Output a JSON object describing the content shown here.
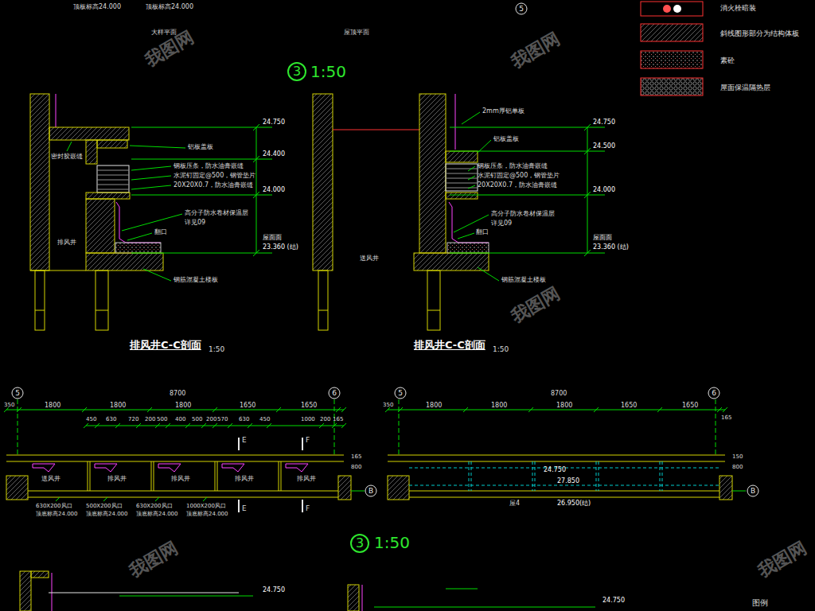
{
  "diagram": {
    "nodes": [
      {
        "text": [
          "5"
        ]
      },
      {
        "text": [
          "3"
        ]
      },
      {
        "text": [
          "5"
        ]
      },
      {
        "text": [
          "6"
        ]
      },
      {
        "text": [
          "B"
        ]
      },
      {
        "text": [
          "5"
        ]
      },
      {
        "text": [
          "6"
        ]
      },
      {
        "text": [
          "B"
        ]
      },
      {
        "text": [
          "3"
        ]
      }
    ],
    "labels": [
      "顶板标高24.000",
      "顶板标高24.000",
      "大样平面",
      "屋顶平面",
      "1:50",
      "密封胶嵌缝",
      "铝板盖板",
      "钢板压条，防水油膏嵌缝",
      "水泥钉固定@500，钢管垫片",
      "20X20X0.7，防水油膏嵌缝",
      "高分子防水卷材保温层",
      "详见09",
      "翻口",
      "24.750",
      "24.400",
      "24.000",
      "屋面面",
      "23.360 (结)",
      "钢筋混凝土楼板",
      "排风井",
      "排风井C-C剖面",
      "1:50",
      "2mm厚铝单板",
      "铝板盖板",
      "钢板压条，防水油膏嵌缝",
      "水泥钉固定@500，钢管垫片",
      "20X20X0.7，防水油膏嵌缝",
      "高分子防水卷材保温层",
      "详见09",
      "翻口",
      "24.750",
      "24.500",
      "24.000",
      "屋面面",
      "23.360 (结)",
      "钢筋混凝土楼板",
      "送风井",
      "排风井C-C剖面",
      "1:50",
      "8700",
      "350",
      "1800",
      "1800",
      "1800",
      "1650",
      "1650",
      "450",
      "630",
      "720",
      "200",
      "500",
      "400",
      "500",
      "200",
      "570",
      "630",
      "450",
      "1000",
      "200",
      "165",
      "送风井",
      "排风井",
      "排风井",
      "排风井",
      "排风井",
      "E",
      "F",
      "E",
      "F",
      "800",
      "165",
      "630X200风口",
      "顶底标高24.000",
      "500X200风口",
      "顶底标高24.000",
      "630X200风口",
      "顶底标高24.000",
      "1000X200风口",
      "顶底标高24.000",
      "8700",
      "350",
      "1800",
      "1800",
      "1800",
      "1650",
      "1650",
      "165",
      "24.750",
      "27.850",
      "26.950(结)",
      "屋4",
      "800",
      "150",
      "1:50",
      "24.750",
      "24.750",
      "图例",
      "我图网",
      "我图网",
      "我图网",
      "我图网",
      "我图网"
    ],
    "legend": [
      {
        "text": "消火栓暗装"
      },
      {
        "text": "斜线图形部分为结构体板"
      },
      {
        "text": "素砼"
      },
      {
        "text": "屋面保温隔热层"
      }
    ]
  }
}
